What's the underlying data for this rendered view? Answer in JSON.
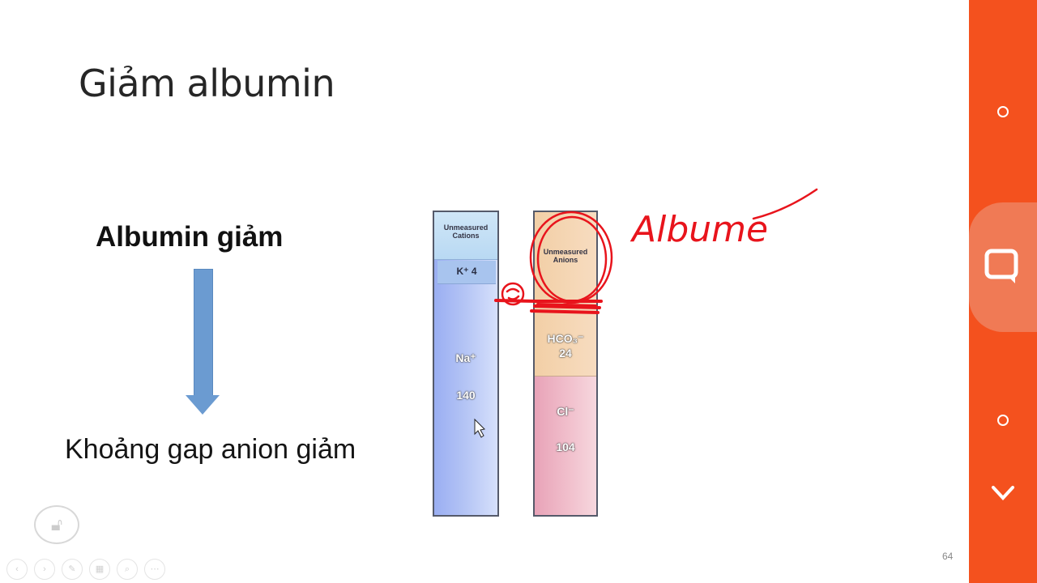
{
  "slide": {
    "title": "Giảm albumin",
    "albumin_label": "Albumin giảm",
    "gap_label": "Khoảng gap anion giảm",
    "page_number": "64"
  },
  "diagram": {
    "cations": {
      "unmeasured": "Unmeasured Cations",
      "k": "K⁺ 4",
      "na": "Na⁺",
      "na_value": "140"
    },
    "anions": {
      "unmeasured": "Unmeasured Anions",
      "hco3": "HCO₃⁻",
      "hco3_value": "24",
      "cl": "Cl⁻",
      "cl_value": "104"
    },
    "annotation": "Albume"
  },
  "controls": {
    "unlock_icon": "unlock-icon",
    "toolbar_icons": [
      "prev-icon",
      "next-icon",
      "pen-icon",
      "slides-icon",
      "zoom-icon",
      "more-icon"
    ]
  },
  "sidebar": {
    "icons": [
      "circle-icon",
      "chat-icon",
      "circle-icon",
      "chevron-down-icon"
    ],
    "accent": "#f4511e"
  }
}
